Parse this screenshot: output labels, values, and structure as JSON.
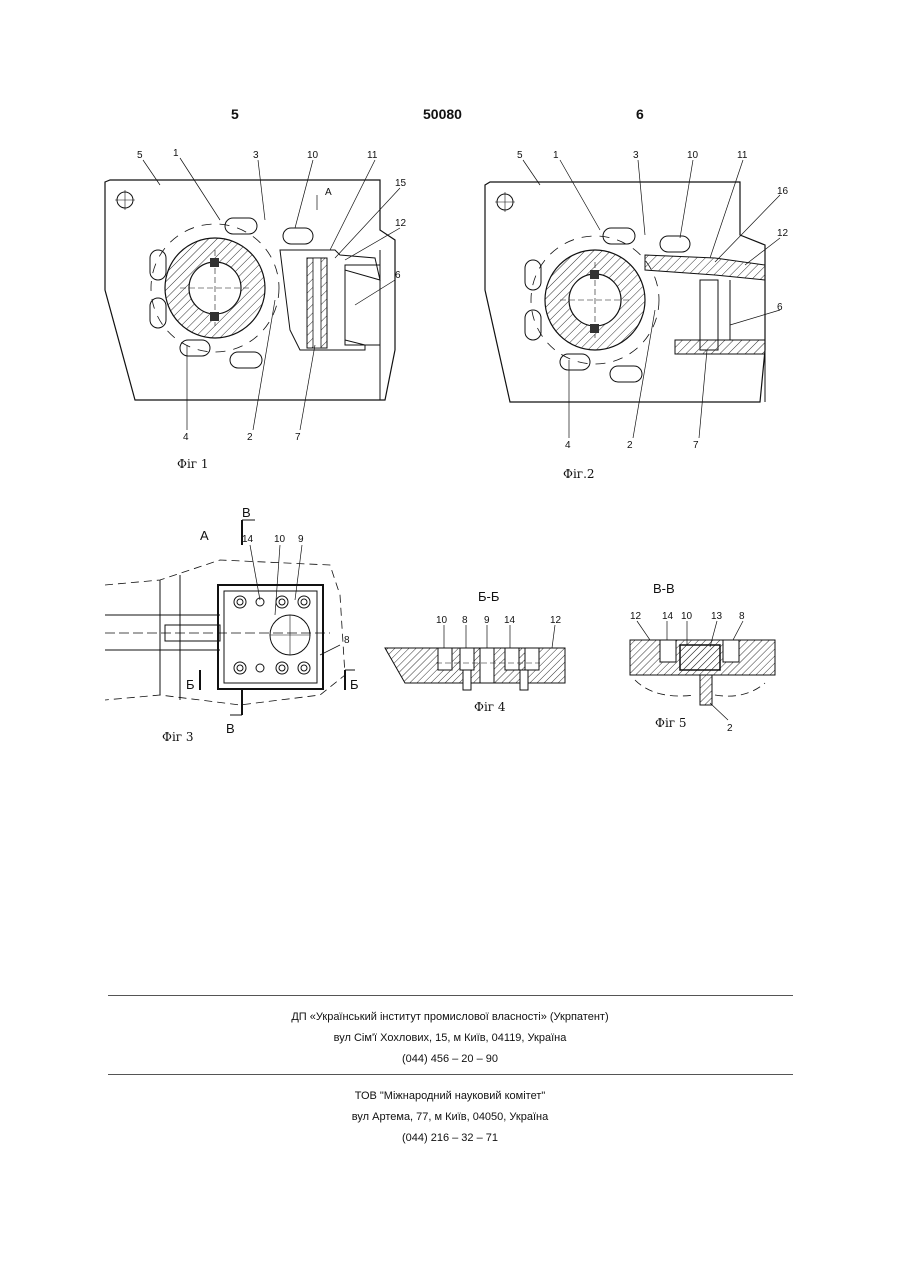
{
  "header": {
    "left_page": "5",
    "patent_number": "50080",
    "right_page": "6"
  },
  "fig1": {
    "caption": "Фіг 1",
    "view_mark": "А",
    "labels": [
      "5",
      "1",
      "3",
      "10",
      "11",
      "15",
      "12",
      "6",
      "4",
      "2",
      "7"
    ]
  },
  "fig2": {
    "caption": "Фіг.2",
    "labels": [
      "5",
      "1",
      "3",
      "10",
      "11",
      "16",
      "12",
      "6",
      "4",
      "2",
      "7"
    ]
  },
  "fig3": {
    "caption": "Фіг 3",
    "view_title": "А",
    "section_marks": [
      "В",
      "Б",
      "Б",
      "В"
    ],
    "labels": [
      "14",
      "10",
      "9",
      "8"
    ]
  },
  "fig4": {
    "caption": "Фіг 4",
    "title": "Б-Б",
    "labels": [
      "10",
      "8",
      "9",
      "14",
      "12"
    ]
  },
  "fig5": {
    "caption": "Фіг 5",
    "title": "В-В",
    "labels": [
      "12",
      "14",
      "10",
      "13",
      "8",
      "2"
    ]
  },
  "footer": {
    "org1_name": "ДП «Український інститут промислової власності» (Укрпатент)",
    "org1_address": "вул Сім'ї Хохлових, 15, м Київ, 04119, Україна",
    "org1_phone": "(044) 456 – 20 – 90",
    "org2_name": "ТОВ \"Міжнародний науковий комітет\"",
    "org2_address": "вул Артема, 77, м Київ, 04050, Україна",
    "org2_phone": "(044) 216 – 32 – 71"
  }
}
